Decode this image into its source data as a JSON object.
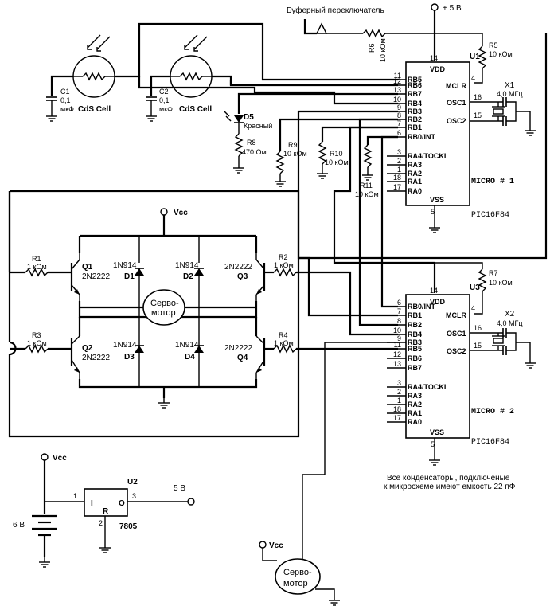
{
  "labels": {
    "buffer_switch": "Буферный переключатель",
    "plus5v": "+ 5 В",
    "r6": "R6",
    "r6_val": "10 кОм",
    "r5": "R5",
    "r5_val": "10 кОм",
    "u1": "U1",
    "c1": "C1",
    "c1_val1": "0,1",
    "c1_val2": "мкФ",
    "c2": "C2",
    "c2_val1": "0,1",
    "c2_val2": "мкФ",
    "cds1": "CdS Cell",
    "cds2": "CdS Cell",
    "d5": "D5",
    "d5_color": "Красный",
    "r8": "R8",
    "r8_val": "470 Ом",
    "r9": "R9",
    "r9_val": "10 кОм",
    "r10": "R10",
    "r10_val": "10 кОм",
    "r11": "R11",
    "r11_val": "10 кОм",
    "x1": "X1",
    "x1_val": "4,0 МГц",
    "osc1": "OSC1",
    "osc2": "OSC2",
    "vdd": "VDD",
    "vss": "VSS",
    "mclr": "MCLR",
    "micro1": "MICRO # 1",
    "pic1": "PIC16F84",
    "vcc_top": "Vcc",
    "q1": "Q1",
    "q1_type": "2N2222",
    "q2": "Q2",
    "q2_type": "2N2222",
    "q3": "Q3",
    "q3_type": "2N2222",
    "q4": "Q4",
    "q4_type": "2N2222",
    "d1": "D1",
    "d2": "D2",
    "d3": "D3",
    "d4": "D4",
    "diode_type": "1N914",
    "r1": "R1",
    "r2": "R2",
    "r3": "R3",
    "r4": "R4",
    "r_1k": "1 кОм",
    "servo1": "Серво-",
    "servo2": "мотор",
    "u3": "U3",
    "r7": "R7",
    "r7_val": "10 кОм",
    "x2": "X2",
    "x2_val": "4,0 МГц",
    "micro2": "MICRO # 2",
    "pic2": "PIC16F84",
    "cap_note1": "Все конденсаторы, подключеные",
    "cap_note2": "к микросхеме имеют емкость 22 пФ",
    "u2": "U2",
    "reg_i": "I",
    "reg_o": "O",
    "reg_r": "R",
    "reg_name": "7805",
    "reg_out": "5 В",
    "batt": "6 В",
    "vcc_reg": "Vcc",
    "vcc_servo": "Vcc"
  },
  "u1_left_pins": [
    {
      "num": "11",
      "name": "RB5"
    },
    {
      "num": "12",
      "name": "RB6"
    },
    {
      "num": "13",
      "name": "RB7"
    },
    {
      "num": "10",
      "name": "RB4"
    },
    {
      "num": "9",
      "name": "RB3"
    },
    {
      "num": "8",
      "name": "RB2"
    },
    {
      "num": "7",
      "name": "RB1"
    },
    {
      "num": "6",
      "name": "RB0/INT"
    },
    {
      "num": "3",
      "name": "RA4/TOCKI"
    },
    {
      "num": "2",
      "name": "RA3"
    },
    {
      "num": "1",
      "name": "RA2"
    },
    {
      "num": "18",
      "name": "RA1"
    },
    {
      "num": "17",
      "name": "RA0"
    }
  ],
  "u3_left_pins": [
    {
      "num": "6",
      "name": "RB0/INT"
    },
    {
      "num": "7",
      "name": "RB1"
    },
    {
      "num": "8",
      "name": "RB2"
    },
    {
      "num": "10",
      "name": "RB4"
    },
    {
      "num": "9",
      "name": "RB3"
    },
    {
      "num": "11",
      "name": "RB5"
    },
    {
      "num": "12",
      "name": "RB6"
    },
    {
      "num": "13",
      "name": "RB7"
    },
    {
      "num": "3",
      "name": "RA4/TOCKI"
    },
    {
      "num": "2",
      "name": "RA3"
    },
    {
      "num": "1",
      "name": "RA2"
    },
    {
      "num": "18",
      "name": "RA1"
    },
    {
      "num": "17",
      "name": "RA0"
    }
  ],
  "pin_numbers": {
    "vdd": "14",
    "vss": "5",
    "mclr": "4",
    "osc1": "16",
    "osc2": "15",
    "reg_in": "1",
    "reg_out": "3",
    "reg_gnd": "2"
  }
}
